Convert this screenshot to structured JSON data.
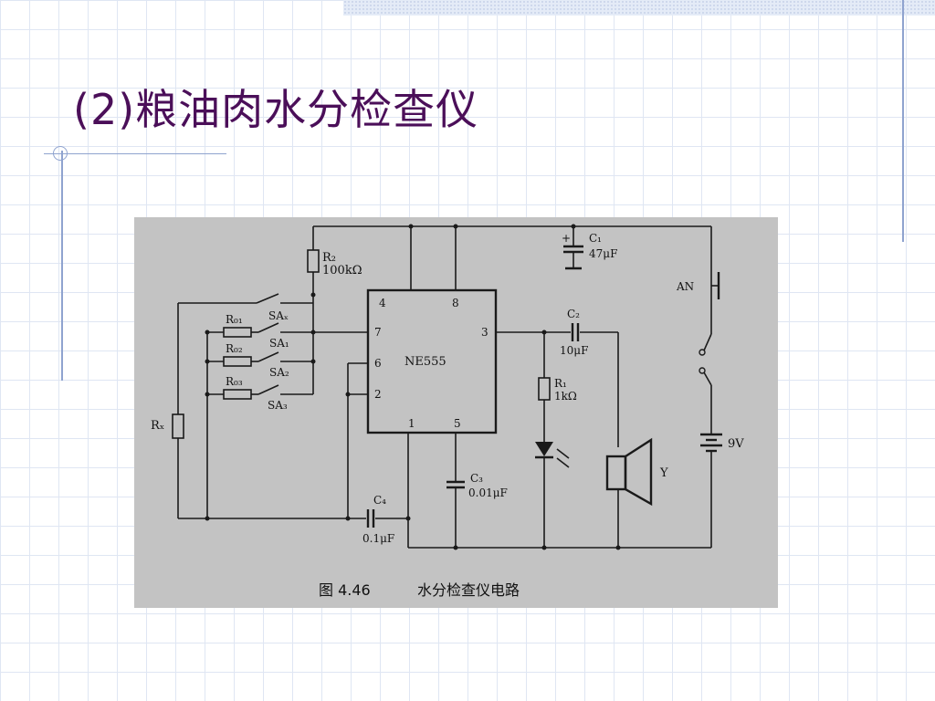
{
  "slide": {
    "title": "(2)粮油肉水分检查仪"
  },
  "figure": {
    "caption_number": "图 4.46",
    "caption_text": "水分检查仪电路",
    "chip": {
      "name": "NE555",
      "pin4": "4",
      "pin8": "8",
      "pin7": "7",
      "pin6": "6",
      "pin2": "2",
      "pin3": "3",
      "pin1": "1",
      "pin5": "5"
    },
    "components": {
      "r2": "R₂",
      "r2_value": "100kΩ",
      "sax": "SAₓ",
      "sa1": "SA₁",
      "sa2": "SA₂",
      "sa3": "SA₃",
      "r01": "R₀₁",
      "r02": "R₀₂",
      "r03": "R₀₃",
      "rx": "Rₓ",
      "c1": "C₁",
      "c1_value": "47μF",
      "c1_plus": "+",
      "c2": "C₂",
      "c2_value": "10μF",
      "r1": "R₁",
      "r1_value": "1kΩ",
      "c3": "C₃",
      "c3_value": "0.01μF",
      "c4": "C₄",
      "c4_value": "0.1μF",
      "an": "AN",
      "battery": "9V",
      "speaker": "Y"
    }
  }
}
